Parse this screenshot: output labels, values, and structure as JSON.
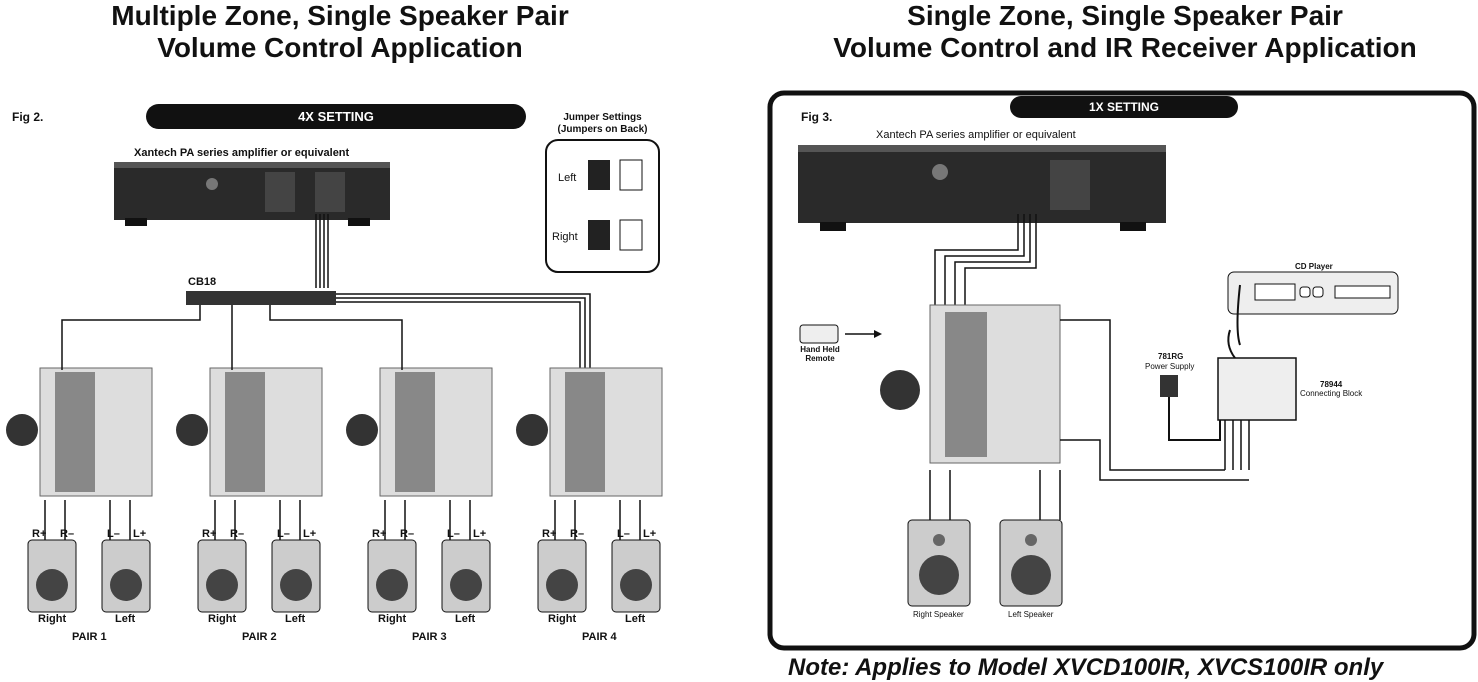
{
  "left": {
    "title_line1": "Multiple Zone, Single Speaker Pair",
    "title_line2": "Volume Control Application",
    "fig": "Fig 2.",
    "setting": "4X SETTING",
    "amp": "Xantech PA series amplifier or equivalent",
    "jumper_title1": "Jumper Settings",
    "jumper_title2": "(Jumpers on Back)",
    "jumper_left": "Left",
    "jumper_right": "Right",
    "block": "CB18",
    "terminals": [
      "R+",
      "R–",
      "L–",
      "L+"
    ],
    "speaker_right": "Right",
    "speaker_left": "Left",
    "pairs": [
      "PAIR 1",
      "PAIR 2",
      "PAIR 3",
      "PAIR 4"
    ]
  },
  "right": {
    "title_line1": "Single Zone, Single Speaker Pair",
    "title_line2": "Volume Control and IR Receiver Application",
    "fig": "Fig 3.",
    "setting": "1X SETTING",
    "amp": "Xantech PA series amplifier or equivalent",
    "remote": "Hand Held Remote",
    "cd": "CD Player",
    "psu_model": "781RG",
    "psu": "Power Supply",
    "block_model": "78944",
    "block": "Connecting Block",
    "right_speaker": "Right Speaker",
    "left_speaker": "Left Speaker"
  },
  "note": "Note: Applies to Model XVCD100IR, XVCS100IR only"
}
